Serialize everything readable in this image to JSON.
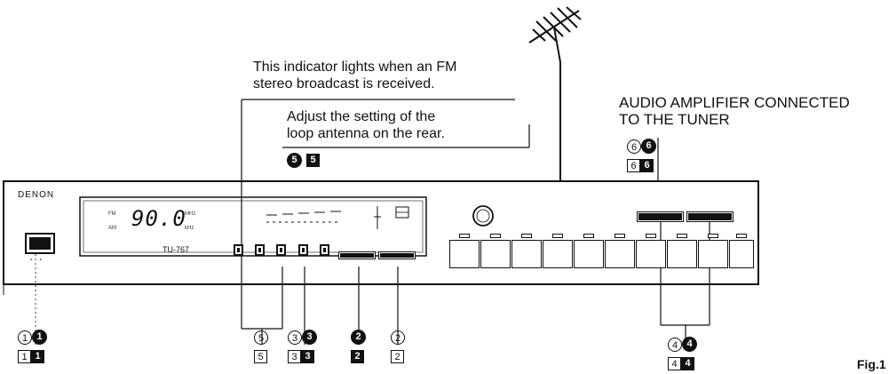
{
  "annotations": {
    "stereo_indicator": [
      "This indicator lights when an FM",
      "stereo broadcast is received."
    ],
    "loop_antenna": [
      "Adjust the setting of the",
      "loop antenna on the rear."
    ],
    "amplifier": [
      "AUDIO AMPLIFIER CONNECTED",
      "TO THE TUNER"
    ]
  },
  "tuner": {
    "brand": "DENON",
    "frequency": "90.0",
    "model": "TU-767",
    "band_labels": [
      "FM",
      "AM"
    ],
    "unit_labels": [
      "MHz",
      "kHz"
    ]
  },
  "callouts": {
    "power": {
      "circled": "1",
      "boxed": "1"
    },
    "stereo": {
      "circled": "5",
      "boxed": "5"
    },
    "band": {
      "circled": "3",
      "boxed": "3"
    },
    "fm_button": {
      "circled": "2",
      "boxed": "2"
    },
    "am_button": {
      "circled": "2",
      "boxed": "2"
    },
    "loop": {
      "circled": "5",
      "boxed": "5"
    },
    "amp": {
      "circled": "6",
      "boxed": "6"
    },
    "tuning": {
      "circled": "4",
      "boxed": "4"
    }
  },
  "figure_label": "Fig.1"
}
